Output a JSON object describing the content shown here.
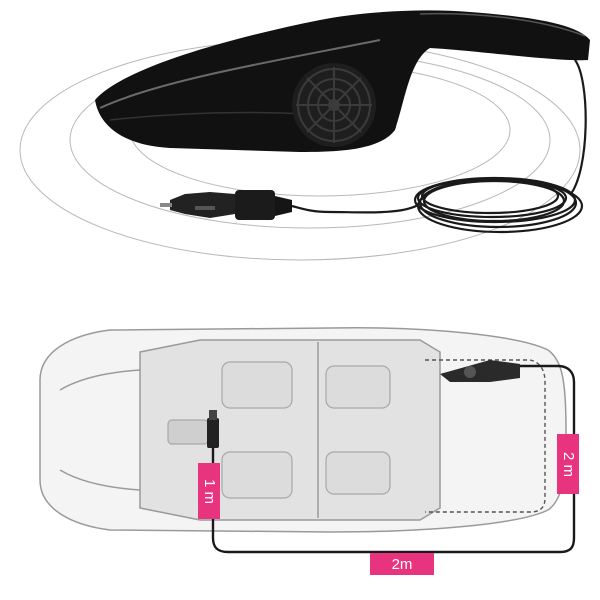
{
  "measurements": {
    "front_cable_length": "1 m",
    "rear_cable_length": "2 m",
    "bottom_cable_length": "2m"
  },
  "colors": {
    "label_magenta": "#e8337f",
    "vacuum_body": "#111111",
    "cable": "#1a1a1a",
    "ring_lines": "#b8b8b8",
    "car_line": "#9a9a9a"
  }
}
